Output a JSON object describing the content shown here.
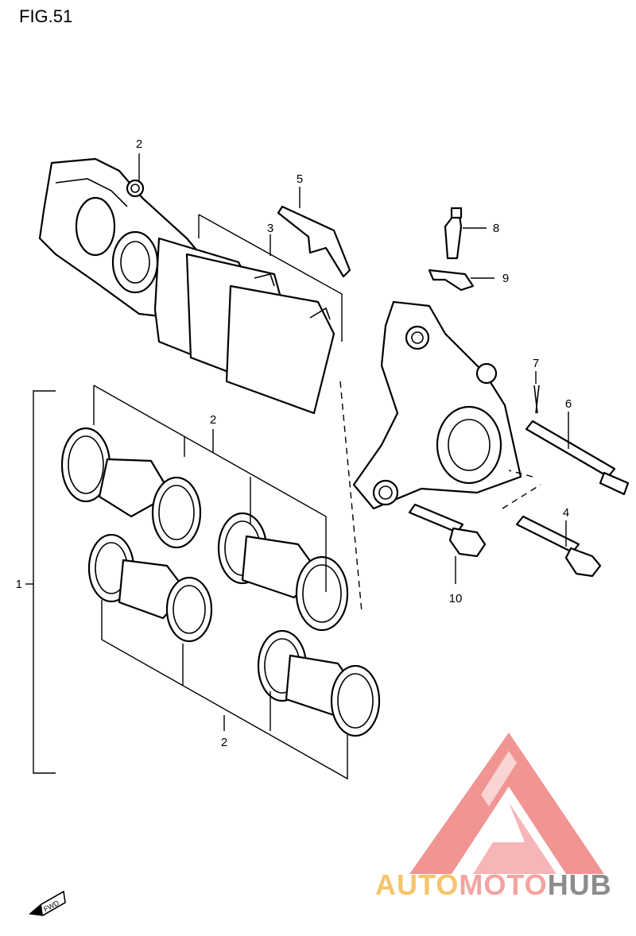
{
  "figure": {
    "title": "FIG.51"
  },
  "callouts": {
    "c1": "1",
    "c2_top": "2",
    "c2_mid": "2",
    "c2_bottom": "2",
    "c3": "3",
    "c4": "4",
    "c5": "5",
    "c6": "6",
    "c7": "7",
    "c8": "8",
    "c9": "9",
    "c10": "10"
  },
  "fwd_mark": {
    "label": "FWD"
  },
  "watermark": {
    "part1": "AUTO",
    "part2": "MOTO",
    "part3": "HUB",
    "colors": {
      "auto": "#f6c46a",
      "moto": "#f4a3a0",
      "hub": "#8c8c8c",
      "logo": "#f08a88"
    }
  }
}
